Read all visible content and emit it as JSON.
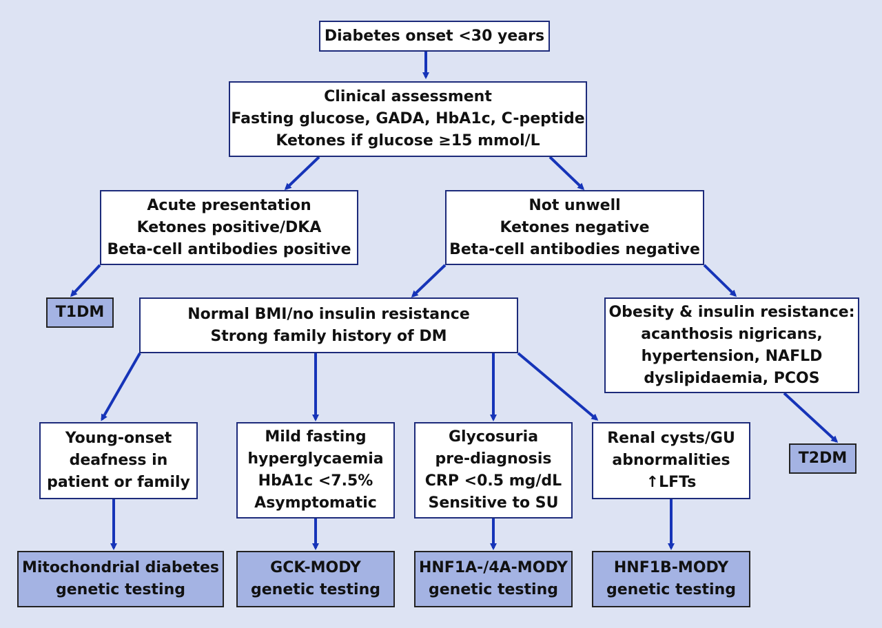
{
  "colors": {
    "background": "#dde3f3",
    "box_fill": "#ffffff",
    "result_fill": "#a4b3e3",
    "arrow": "#1634b8",
    "border": "#1c2a7a"
  },
  "nodes": {
    "onset": [
      "Diabetes onset <30 years"
    ],
    "assessment": [
      "Clinical assessment",
      "Fasting glucose, GADA, HbA1c, C-peptide",
      "Ketones if glucose ≥15 mmol/L"
    ],
    "acute": [
      "Acute presentation",
      "Ketones positive/DKA",
      "Beta-cell antibodies positive"
    ],
    "not_unwell": [
      "Not unwell",
      "Ketones negative",
      "Beta-cell antibodies negative"
    ],
    "t1dm": [
      "T1DM"
    ],
    "normal_bmi": [
      "Normal BMI/no insulin resistance",
      "Strong family history of DM"
    ],
    "obesity": [
      "Obesity & insulin resistance:",
      "acanthosis nigricans,",
      "hypertension, NAFLD",
      "dyslipidaemia, PCOS"
    ],
    "t2dm": [
      "T2DM"
    ],
    "deafness": [
      "Young-onset",
      "deafness in",
      "patient or family"
    ],
    "mild_fasting": [
      "Mild fasting",
      "hyperglycaemia",
      "HbA1c <7.5%",
      "Asymptomatic"
    ],
    "glycosuria": [
      "Glycosuria",
      "pre-diagnosis",
      "CRP <0.5 mg/dL",
      "Sensitive to SU"
    ],
    "renal": [
      "Renal cysts/GU",
      "abnormalities",
      "↑LFTs"
    ],
    "mito_test": [
      "Mitochondrial diabetes",
      "genetic testing"
    ],
    "gck_test": [
      "GCK-MODY",
      "genetic testing"
    ],
    "hnf1a_test": [
      "HNF1A-/4A-MODY",
      "genetic testing"
    ],
    "hnf1b_test": [
      "HNF1B-MODY",
      "genetic testing"
    ]
  }
}
